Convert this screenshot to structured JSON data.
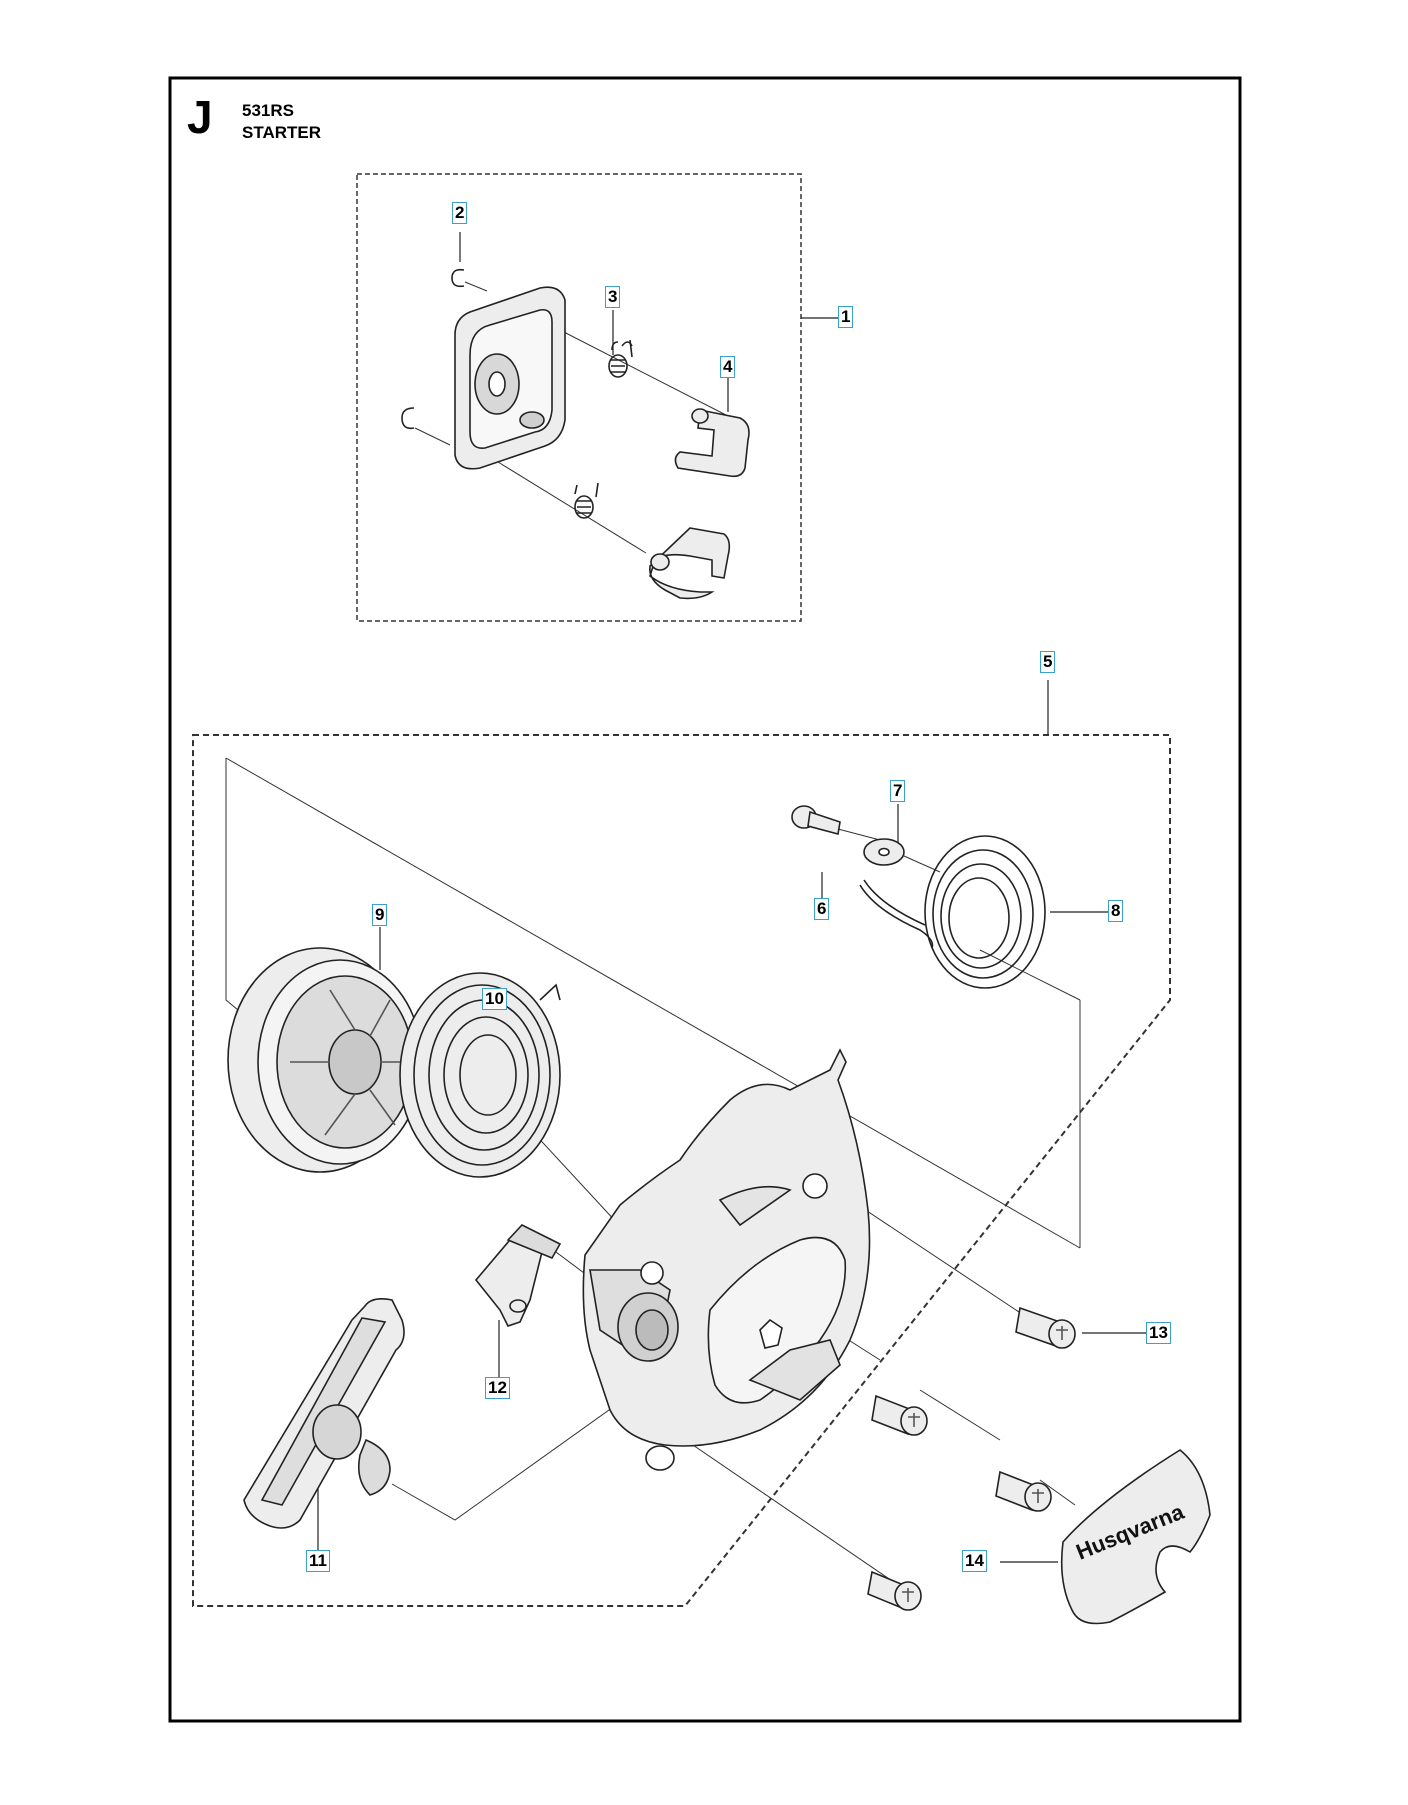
{
  "sheet": {
    "letter": "J",
    "model": "531RS",
    "title": "STARTER"
  },
  "callouts": [
    "1",
    "2",
    "3",
    "4",
    "5",
    "6",
    "7",
    "8",
    "9",
    "10",
    "11",
    "12",
    "13",
    "14"
  ],
  "logo_text": "Husqvarna",
  "colors": {
    "frame": "#000000",
    "callout_border": "#3aa0d0",
    "part_fill": "#ededed",
    "part_stroke": "#222222",
    "dashed": "#333333"
  }
}
